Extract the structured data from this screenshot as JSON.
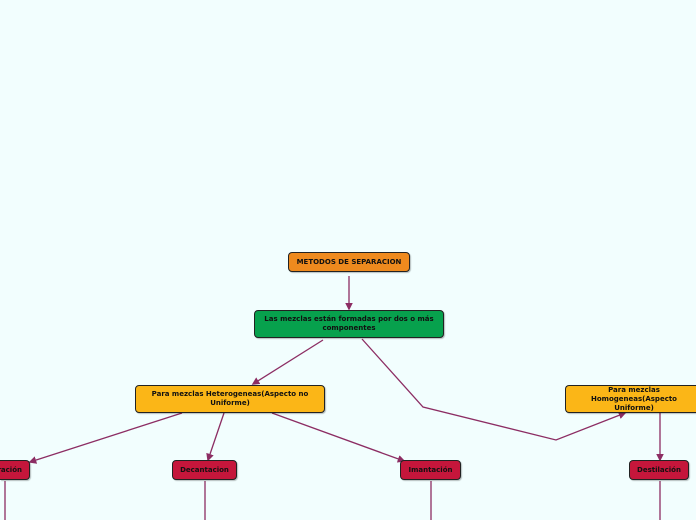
{
  "colors": {
    "background": "#f2fefe",
    "connector": "#8c2d63",
    "root_fill": "#ee8a1e",
    "main_fill": "#07a14d",
    "category_fill": "#fbb617",
    "method_fill": "#c5163b"
  },
  "nodes": {
    "root": "METODOS DE SEPARACION",
    "main": "Las mezclas están formadas por dos o más componentes",
    "heterogeneous": "Para mezclas Heterogeneas(Aspecto no Uniforme)",
    "homogeneous": "Para mezclas Homogeneas(Aspecto Uniforme)",
    "filtration": "ración",
    "decantation": "Decantacion",
    "magnetization": "Imantación",
    "distillation": "Destilación"
  }
}
